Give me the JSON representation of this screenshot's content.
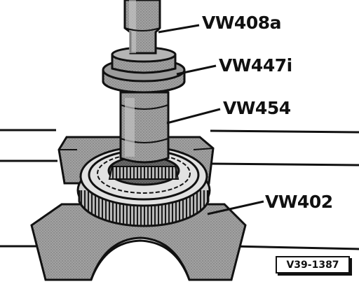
{
  "callouts": {
    "vw408a": "VW408a",
    "vw447i": "VW447i",
    "vw454": "VW454",
    "vw402": "VW402"
  },
  "figure_ref": "V39-1387",
  "colors": {
    "ink": "#111111",
    "tool_fill": "#9a9a9a",
    "tool_dark": "#5e5e5e",
    "background": "#ffffff"
  }
}
